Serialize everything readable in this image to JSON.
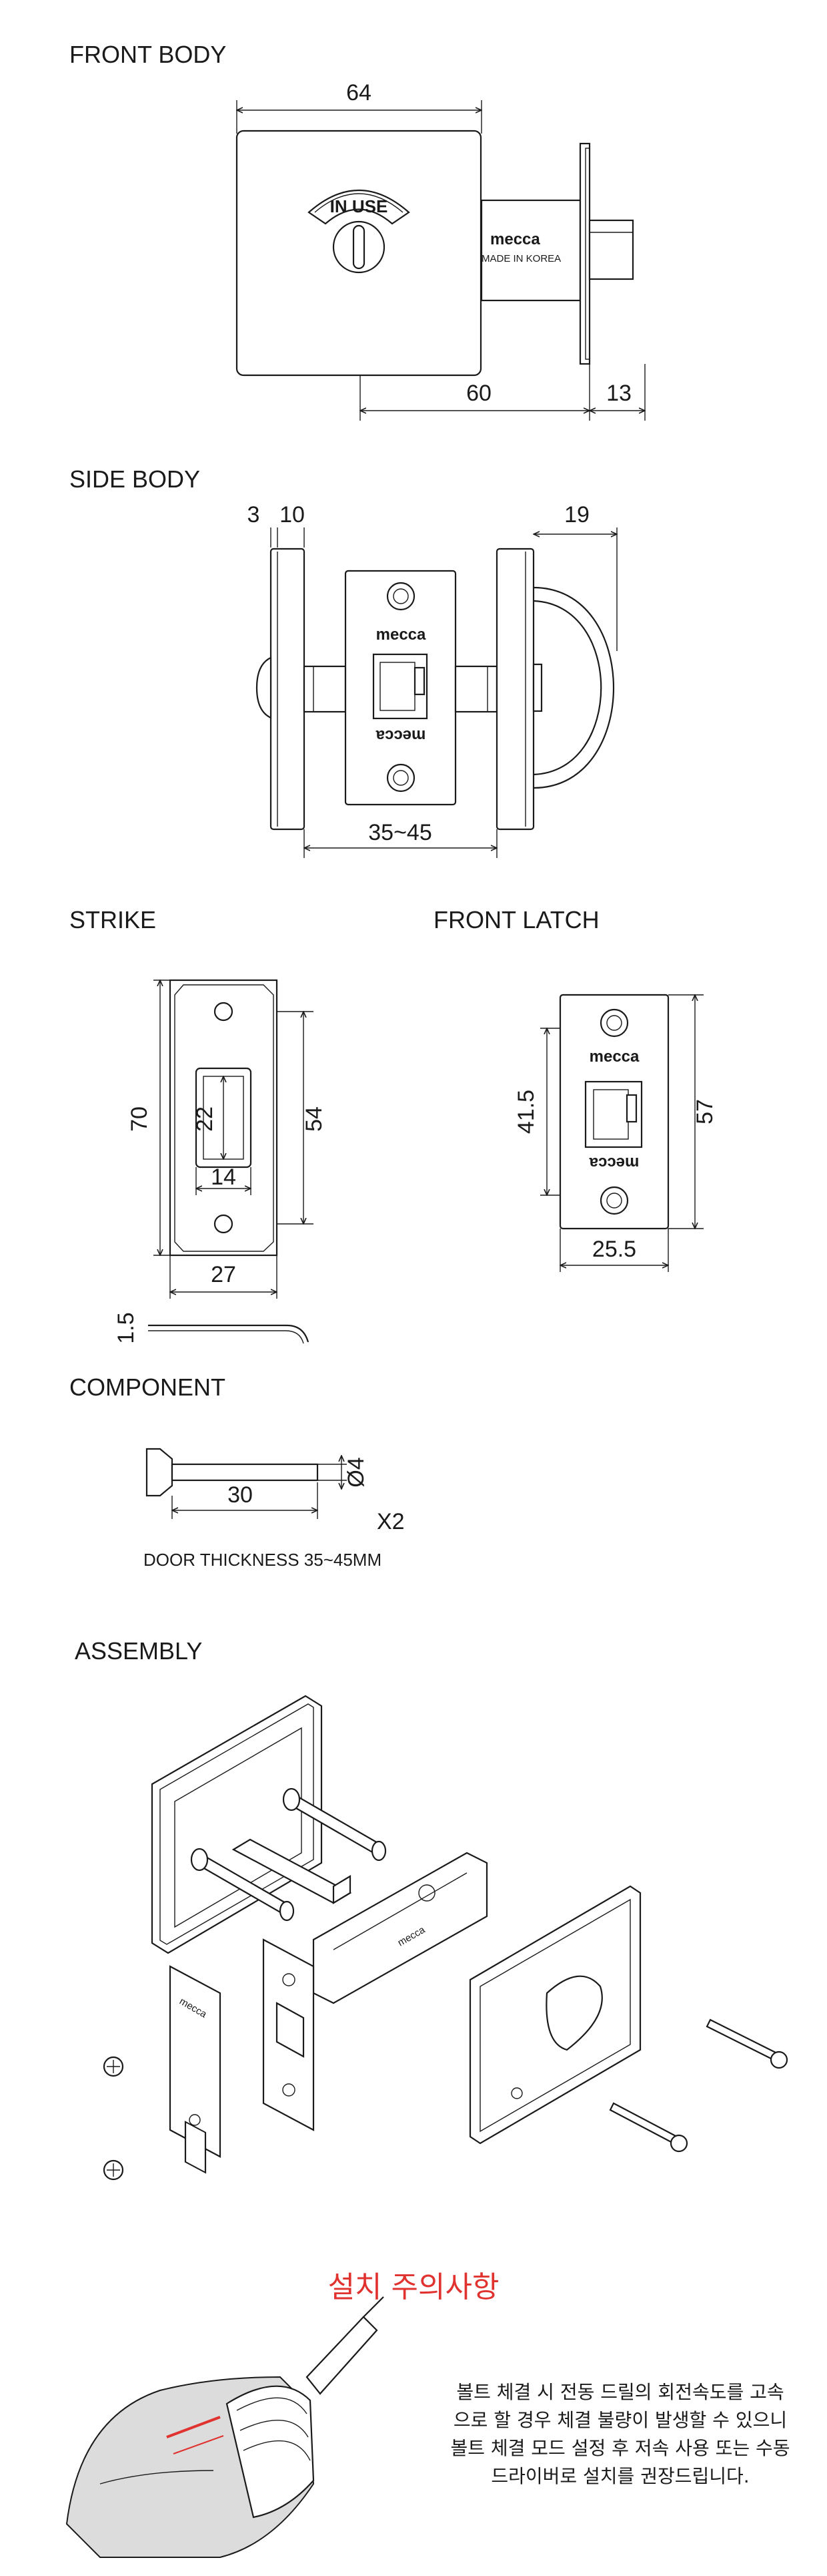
{
  "sections": {
    "front_body": "FRONT BODY",
    "side_body": "SIDE BODY",
    "strike": "STRIKE",
    "front_latch": "FRONT LATCH",
    "component": "COMPONENT",
    "assembly": "ASSEMBLY"
  },
  "front_body": {
    "dim_width": "64",
    "dim_backset": "60",
    "dim_plate": "13",
    "indicator_text": "IN USE",
    "brand": "mecca",
    "made_in": "MADE IN KOREA"
  },
  "side_body": {
    "dim_3": "3",
    "dim_10": "10",
    "dim_19": "19",
    "dim_door": "35~45",
    "brand": "mecca"
  },
  "strike": {
    "dim_70": "70",
    "dim_54": "54",
    "dim_22": "22",
    "dim_14": "14",
    "dim_27": "27",
    "dim_1_5": "1.5"
  },
  "front_latch": {
    "dim_41_5": "41.5",
    "dim_57": "57",
    "dim_25_5": "25.5",
    "brand": "mecca"
  },
  "component": {
    "dim_30": "30",
    "dim_dia": "Ø4",
    "qty": "X2",
    "door_thickness": "DOOR THICKNESS 35~45MM"
  },
  "caution": {
    "title": "설치 주의사항",
    "lines": [
      "볼트 체결 시 전동 드릴의 회전속도를 고속",
      "으로 할 경우 체결 불량이 발생할 수 있으니",
      "볼트 체결 모드 설정 후 저속 사용 또는 수동",
      "드라이버로 설치를 권장드립니다."
    ]
  },
  "colors": {
    "line": "#1a1a1a",
    "caution": "#e0322f",
    "background": "#ffffff"
  }
}
